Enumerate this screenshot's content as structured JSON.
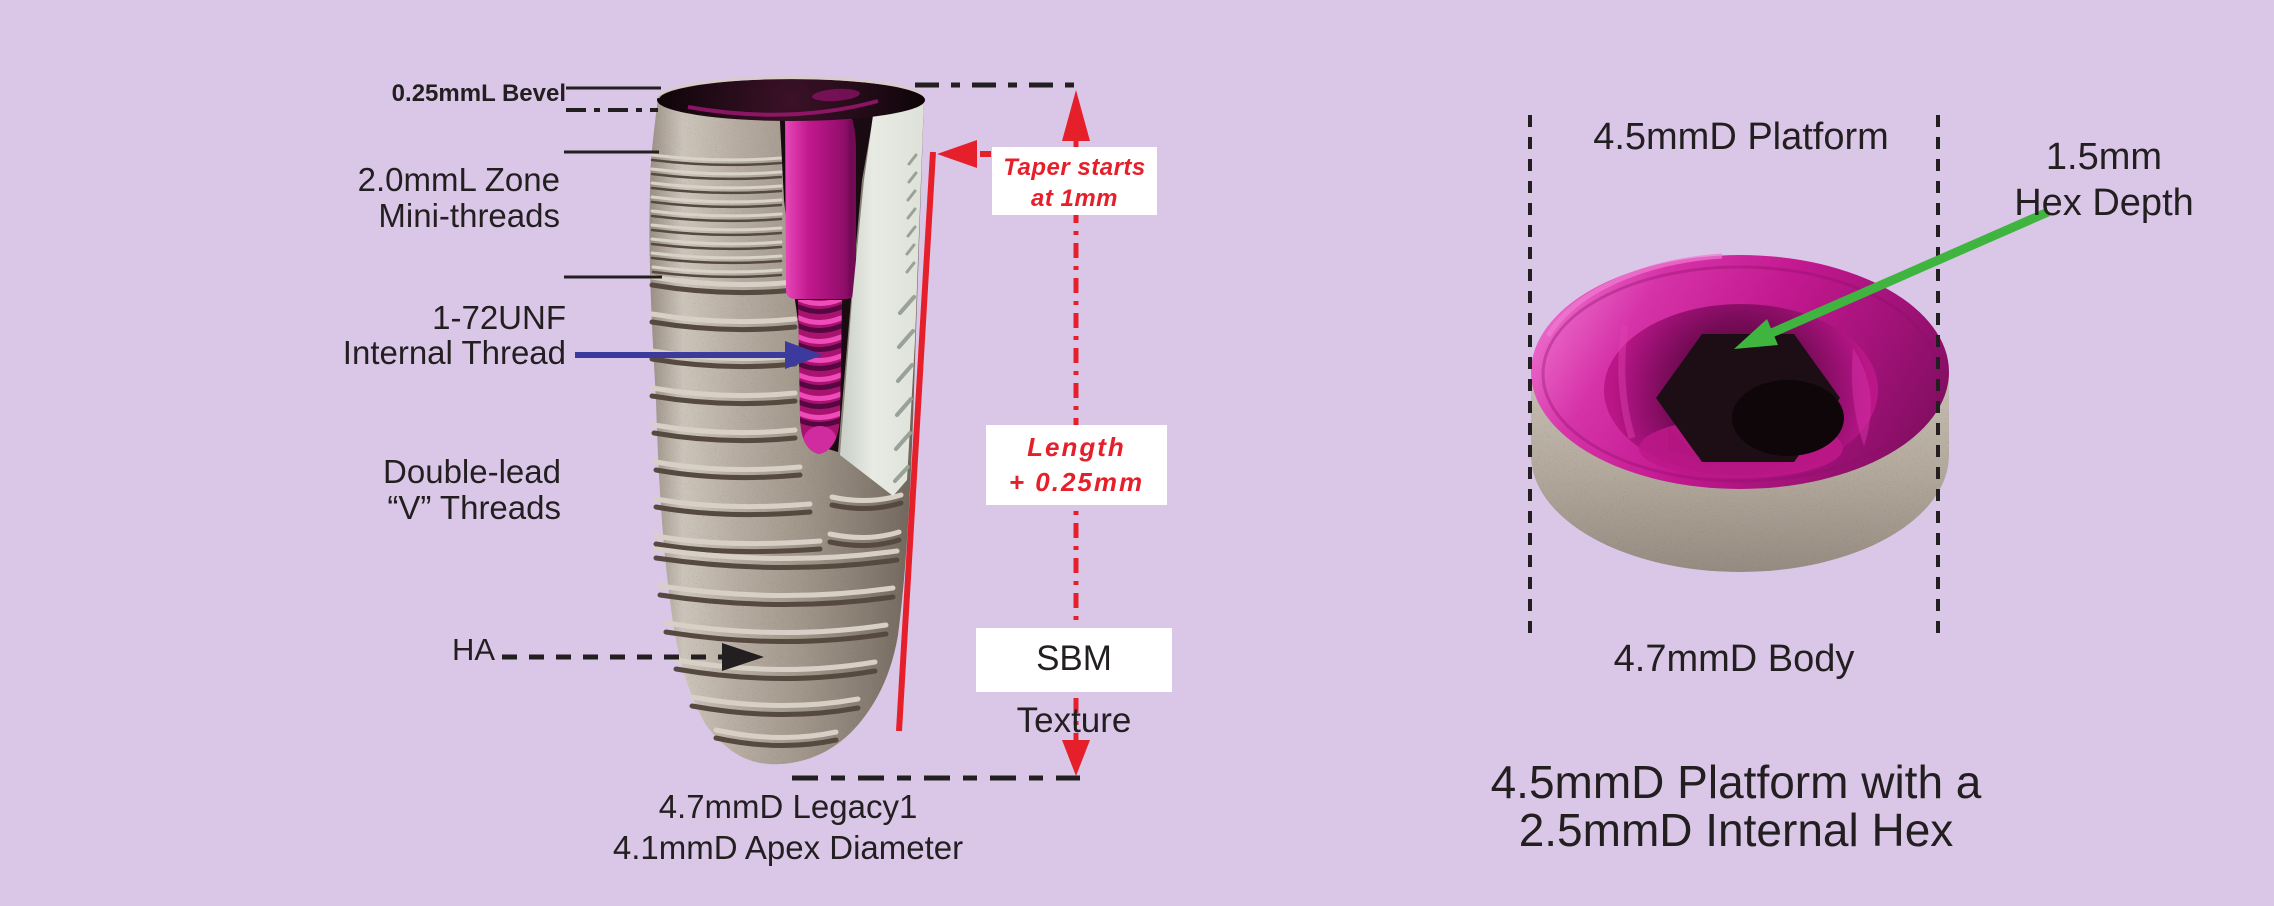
{
  "left_figure": {
    "labels": {
      "bevel": "0.25mmL Bevel",
      "zone_line1": "2.0mmL Zone",
      "zone_line2": "Mini-threads",
      "internal_line1": "1-72UNF",
      "internal_line2": "Internal Thread",
      "vthreads_line1": "Double-lead",
      "vthreads_line2": "“V” Threads",
      "ha": "HA",
      "caption_line1": "4.7mmD Legacy1",
      "caption_line2": "4.1mmD Apex Diameter"
    },
    "notes": {
      "taper_line1": "Taper starts",
      "taper_line2": "at 1mm",
      "length_line1": "Length",
      "length_line2": "+ 0.25mm",
      "sbm": "SBM Texture"
    }
  },
  "right_figure": {
    "labels": {
      "platform": "4.5mmD Platform",
      "hex_depth_line1": "1.5mm",
      "hex_depth_line2": "Hex Depth",
      "body": "4.7mmD Body",
      "caption_line1": "4.5mmD Platform with a",
      "caption_line2": "2.5mmD Internal Hex"
    }
  },
  "colors": {
    "background": "#dac7e8",
    "red": "#e6202a",
    "blue": "#3d3a9e",
    "green": "#3fb540",
    "magenta": "#c2188f",
    "text": "#231f20",
    "note_bg": "#ffffff"
  }
}
